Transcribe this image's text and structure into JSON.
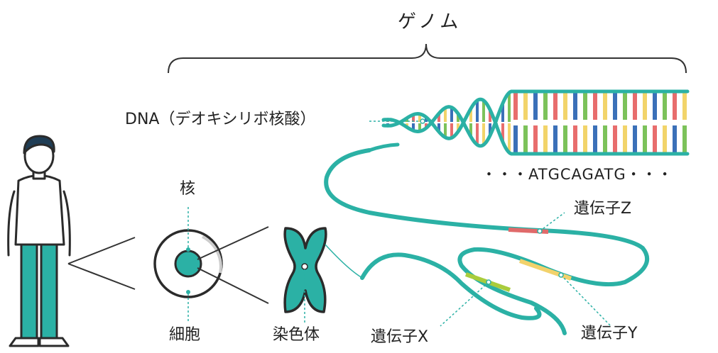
{
  "labels": {
    "genome": "ゲノム",
    "dna": "DNA（デオキシリボ核酸）",
    "sequence": "・・・ATGCAGATG・・・",
    "nucleus": "核",
    "cell": "細胞",
    "chromosome": "染色体",
    "gene_x": "遺伝子X",
    "gene_y": "遺伝子Y",
    "gene_z": "遺伝子Z"
  },
  "colors": {
    "teal": "#2bb1a5",
    "dark_outline": "#2b2b2b",
    "hair": "#1f3d55",
    "gene_x": "#a9cc3c",
    "gene_y": "#f2d26b",
    "gene_z": "#e06a6a",
    "base_red": "#e86d6d",
    "base_yellow": "#f2d46a",
    "base_blue": "#3b70b8",
    "base_green": "#7cc25a"
  }
}
